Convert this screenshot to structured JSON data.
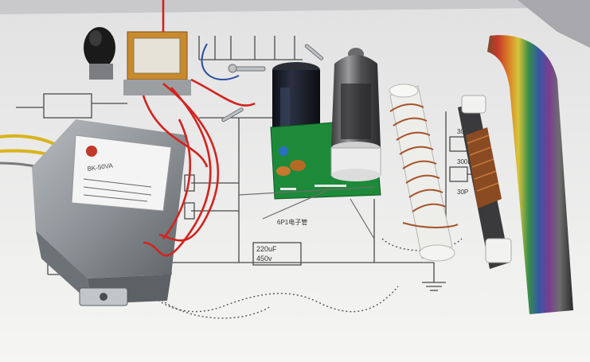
{
  "photo": {
    "labels": {
      "transformer_plate": "BK-50VA",
      "cap_value": "220uF",
      "cap_voltage": "450v",
      "tube_label": "6P1电子管",
      "pf_label_top": "30P",
      "pf_label_mid": "300P",
      "pf_label_low": "30P"
    },
    "colors": {
      "paper": "#f3f3f1",
      "background": "#c9c9cc",
      "wire_red": "#d2231f",
      "wire_yellow": "#d8b41a",
      "pcb_green": "#1d8a3a",
      "copper": "#a4532a",
      "cap_blue": "#1a1d25",
      "transformer_steel": "#8e9398"
    }
  }
}
